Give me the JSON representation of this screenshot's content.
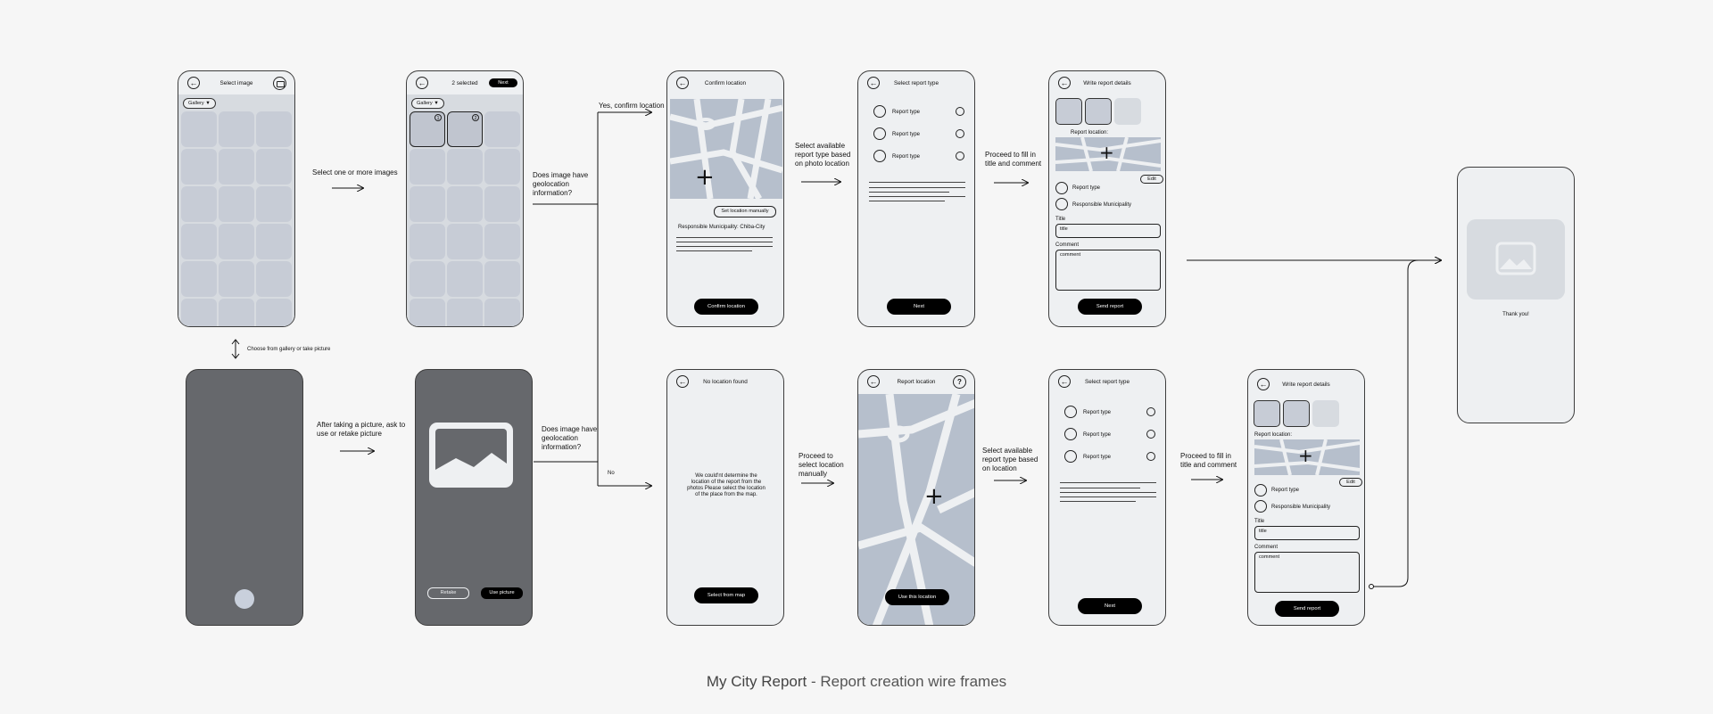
{
  "title": {
    "main": "My City Report",
    "sub": " - Report creation wire frames"
  },
  "flow_labels": {
    "select_images": "Select one or more images",
    "choose": "Choose from gallery or take picture",
    "geo_top": "Does image have geolocation information?",
    "yes": "Yes, confirm location",
    "no": "No",
    "after_picture": "After taking a picture, ask to use or retake picture",
    "geo_bottom": "Does image have geolocation information?",
    "select_type_top": "Select available report type based on photo location",
    "fill_top": "Proceed to fill in title and comment",
    "select_location": "Proceed to select location manually",
    "select_type_bottom": "Select available report type based on location",
    "fill_bottom": "Proceed to fill in title and comment"
  },
  "screens": {
    "select_image": {
      "title": "Select image",
      "chip": "Gallery ▼"
    },
    "selected": {
      "title": "2 selected",
      "next": "Next",
      "chip": "Gallery ▼",
      "badge1": "1",
      "badge2": "2"
    },
    "confirm_location": {
      "title": "Confirm location",
      "set_manual": "Set location manually",
      "municipality": "Responsible Municipality: Chiba-City",
      "button": "Confirm location"
    },
    "report_type_top": {
      "title": "Select report type",
      "option": "Report type",
      "button": "Next"
    },
    "details_top": {
      "title": "Write report details",
      "location_label": "Report location:",
      "edit": "Edit",
      "type": "Report type",
      "municipality": "Responsible Municipality",
      "title_label": "Title",
      "title_value": "title",
      "comment_label": "Comment",
      "comment_value": "comment",
      "button": "Send report"
    },
    "thanks": {
      "text": "Thank you!"
    },
    "camera_preview": {
      "retake": "Retake",
      "use": "Use picture"
    },
    "no_location": {
      "title": "No location found",
      "message": "We could'nt determine the location of the report from the photos Please select the location of the place from the map.",
      "button": "Select from map"
    },
    "report_location": {
      "title": "Report location",
      "help": "?",
      "button": "Use this location"
    },
    "report_type_bottom": {
      "title": "Select report type",
      "option": "Report type",
      "button": "Next"
    },
    "details_bottom": {
      "title": "Write report details",
      "location_label": "Report location:",
      "edit": "Edit",
      "type": "Report type",
      "municipality": "Responsible Municipality",
      "title_label": "Title",
      "title_value": "title",
      "comment_label": "Comment",
      "comment_value": "comment",
      "button": "Send report"
    }
  },
  "colors": {
    "screen": "#eef0f2",
    "map": "#b6bfcc",
    "dark": "#66686c",
    "cell": "#c7ccd6"
  }
}
